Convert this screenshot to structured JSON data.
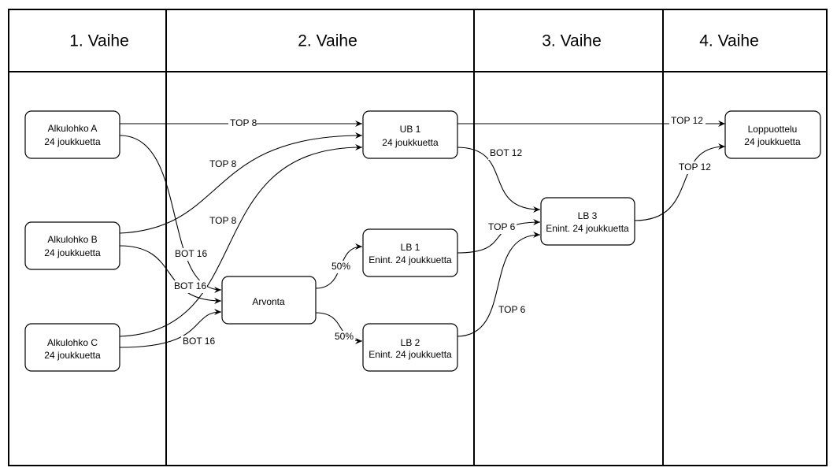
{
  "phases": [
    {
      "label": "1. Vaihe"
    },
    {
      "label": "2. Vaihe"
    },
    {
      "label": "3. Vaihe"
    },
    {
      "label": "4. Vaihe"
    }
  ],
  "nodes": {
    "alkulohko_a": {
      "line1": "Alkulohko A",
      "line2": "24 joukkuetta"
    },
    "alkulohko_b": {
      "line1": "Alkulohko B",
      "line2": "24 joukkuetta"
    },
    "alkulohko_c": {
      "line1": "Alkulohko C",
      "line2": "24 joukkuetta"
    },
    "ub1": {
      "line1": "UB 1",
      "line2": "24 joukkuetta"
    },
    "arvonta": {
      "line1": "Arvonta"
    },
    "lb1": {
      "line1": "LB 1",
      "line2": "Enint. 24 joukkuetta"
    },
    "lb2": {
      "line1": "LB 2",
      "line2": "Enint. 24 joukkuetta"
    },
    "lb3": {
      "line1": "LB 3",
      "line2": "Enint. 24 joukkuetta"
    },
    "loppuottelu": {
      "line1": "Loppuottelu",
      "line2": "24 joukkuetta"
    }
  },
  "edges": [
    {
      "id": "a-ub1",
      "from": "Alkulohko A",
      "to": "UB 1",
      "label": "TOP 8"
    },
    {
      "id": "b-ub1",
      "from": "Alkulohko B",
      "to": "UB 1",
      "label": "TOP 8"
    },
    {
      "id": "c-ub1",
      "from": "Alkulohko C",
      "to": "UB 1",
      "label": "TOP 8"
    },
    {
      "id": "a-arv",
      "from": "Alkulohko A",
      "to": "Arvonta",
      "label": "BOT 16"
    },
    {
      "id": "b-arv",
      "from": "Alkulohko B",
      "to": "Arvonta",
      "label": "BOT 16"
    },
    {
      "id": "c-arv",
      "from": "Alkulohko C",
      "to": "Arvonta",
      "label": "BOT 16"
    },
    {
      "id": "arv-lb1",
      "from": "Arvonta",
      "to": "LB 1",
      "label": "50%"
    },
    {
      "id": "arv-lb2",
      "from": "Arvonta",
      "to": "LB 2",
      "label": "50%"
    },
    {
      "id": "ub1-lb3",
      "from": "UB 1",
      "to": "LB 3",
      "label": "BOT 12"
    },
    {
      "id": "lb1-lb3",
      "from": "LB 1",
      "to": "LB 3",
      "label": "TOP 6"
    },
    {
      "id": "lb2-lb3",
      "from": "LB 2",
      "to": "LB 3",
      "label": "TOP 6"
    },
    {
      "id": "ub1-final",
      "from": "UB 1",
      "to": "Loppuottelu",
      "label": "TOP 12"
    },
    {
      "id": "lb3-final",
      "from": "LB 3",
      "to": "Loppuottelu",
      "label": "TOP 12"
    }
  ]
}
